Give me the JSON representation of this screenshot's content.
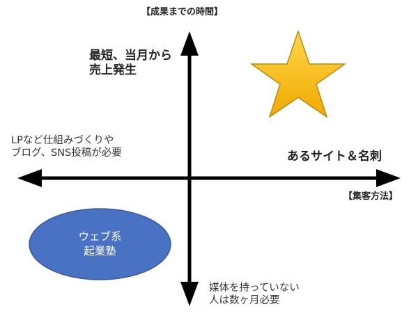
{
  "vertical_axis": {
    "title": "【成果までの時間】",
    "top_label": [
      "最短、当月から",
      "売上発生"
    ],
    "bottom_label": [
      "媒体を持っていない",
      "人は数ヶ月必要"
    ]
  },
  "horizontal_axis": {
    "title": "【集客方法】",
    "right_label": "あるサイト＆名刺",
    "left_label": [
      "LPなど仕組みづくりや",
      "ブログ、SNS投稿が必要"
    ]
  },
  "ellipse": {
    "lines": [
      "ウェブ系",
      "起業塾"
    ],
    "fill_color": "#4a72c4",
    "stroke_color": "#3a5a9a"
  },
  "star": {
    "icon": "star-icon",
    "fill_color": "#f6b800",
    "stroke_color": "#b88a10"
  },
  "axis_color": "#000000"
}
